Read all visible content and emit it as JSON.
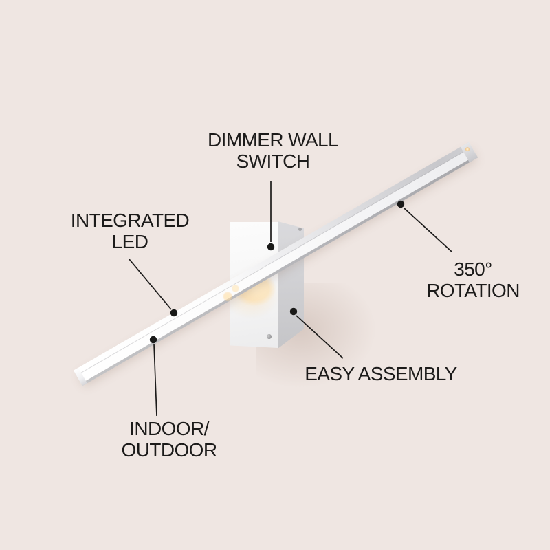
{
  "colors": {
    "background": "#efe6e2",
    "text": "#1c1b1a",
    "bar_white": "#ffffff",
    "bar_silver": "#c7c7cb",
    "mount_side_grey": "#d0d0d3",
    "led_glow": "#ffdca6"
  },
  "callouts": [
    {
      "id": "dimmer-wall-switch",
      "lines": [
        "DIMMER WALL",
        "SWITCH"
      ]
    },
    {
      "id": "integrated-led",
      "lines": [
        "INTEGRATED",
        "LED"
      ]
    },
    {
      "id": "rotation-350",
      "lines": [
        "350°",
        "ROTATION"
      ]
    },
    {
      "id": "easy-assembly",
      "lines": [
        "EASY ASSEMBLY"
      ]
    },
    {
      "id": "indoor-outdoor",
      "lines": [
        "INDOOR/",
        "OUTDOOR"
      ]
    }
  ]
}
